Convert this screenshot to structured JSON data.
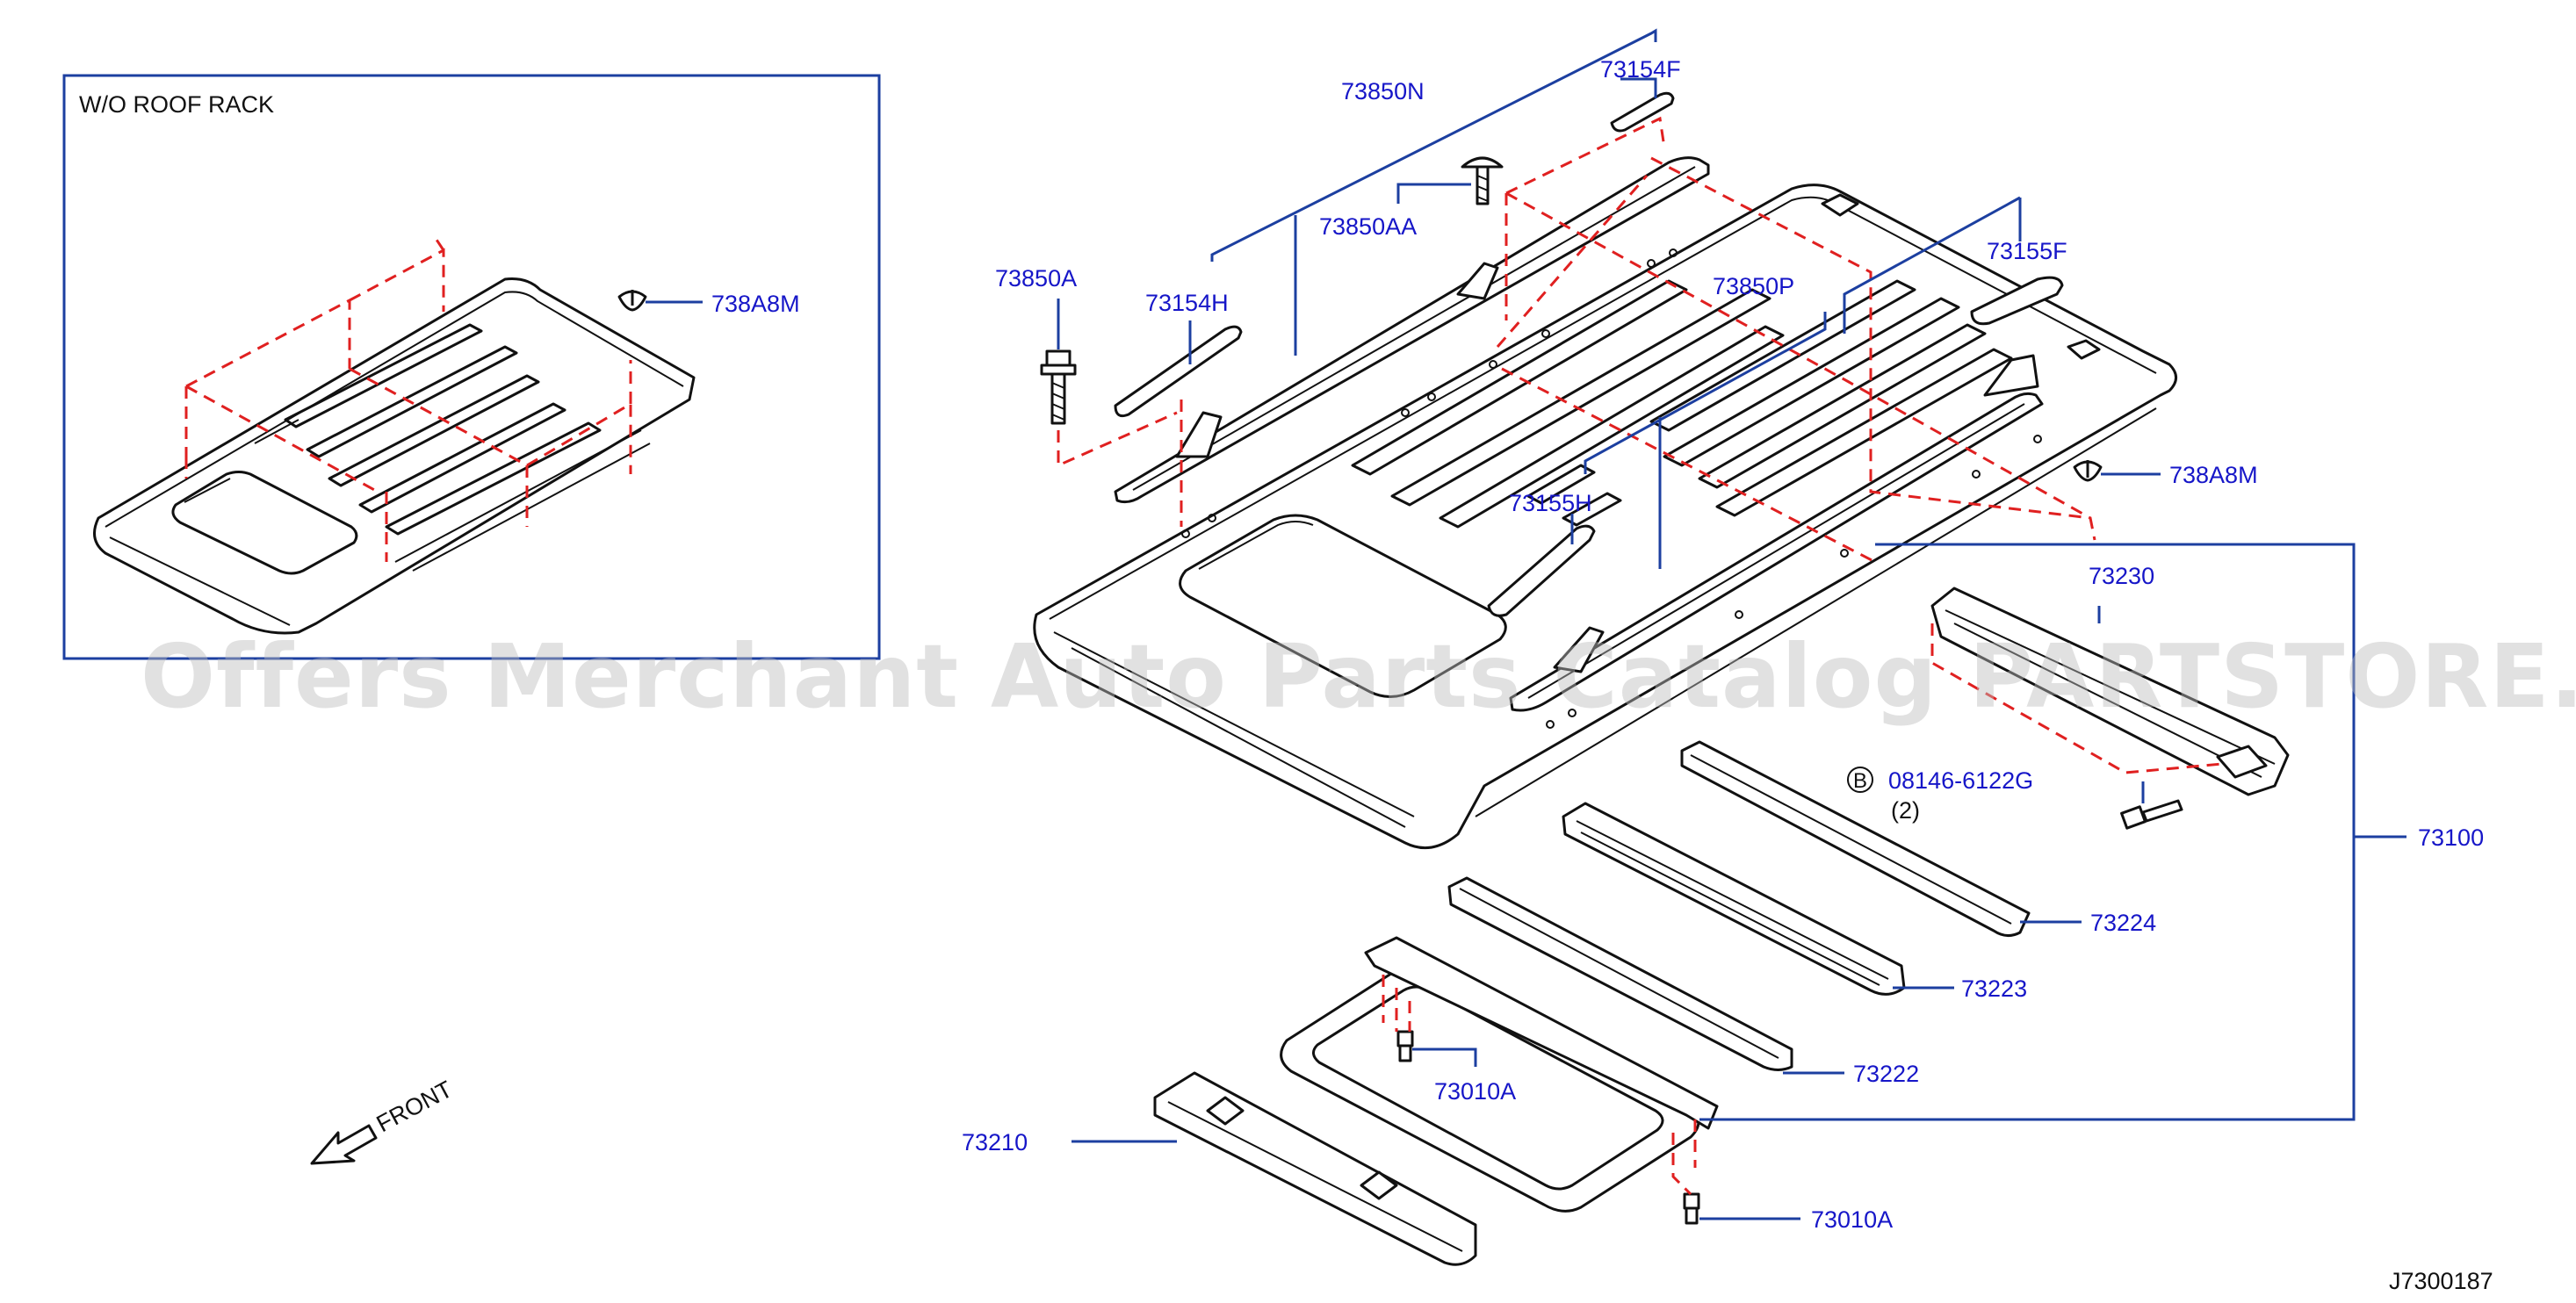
{
  "diagram_id": "J7300187",
  "inset": {
    "title": "W/O ROOF RACK",
    "callout": "738A8M"
  },
  "callouts": {
    "c73850N": "73850N",
    "c73154F": "73154F",
    "c73850AA": "73850AA",
    "c73850A": "73850A",
    "c73154H": "73154H",
    "c73155F": "73155F",
    "c73850P": "73850P",
    "c73155H": "73155H",
    "c738A8M": "738A8M",
    "c73230": "73230",
    "c08146": "08146-6122G",
    "c08146_qty": "(2)",
    "c08146_badge": "B",
    "c73100": "73100",
    "c73224": "73224",
    "c73223": "73223",
    "c73222": "73222",
    "c73010A_top": "73010A",
    "c73210": "73210",
    "c73010A_bottom": "73010A"
  },
  "front_label": "FRONT",
  "watermark": "Offers Merchant Auto Parts Catalog PARTSTORE.SA",
  "colors": {
    "callout_text": "#1616c8",
    "leader": "#1c3fa0",
    "dash": "#e02020",
    "part": "#111111"
  }
}
